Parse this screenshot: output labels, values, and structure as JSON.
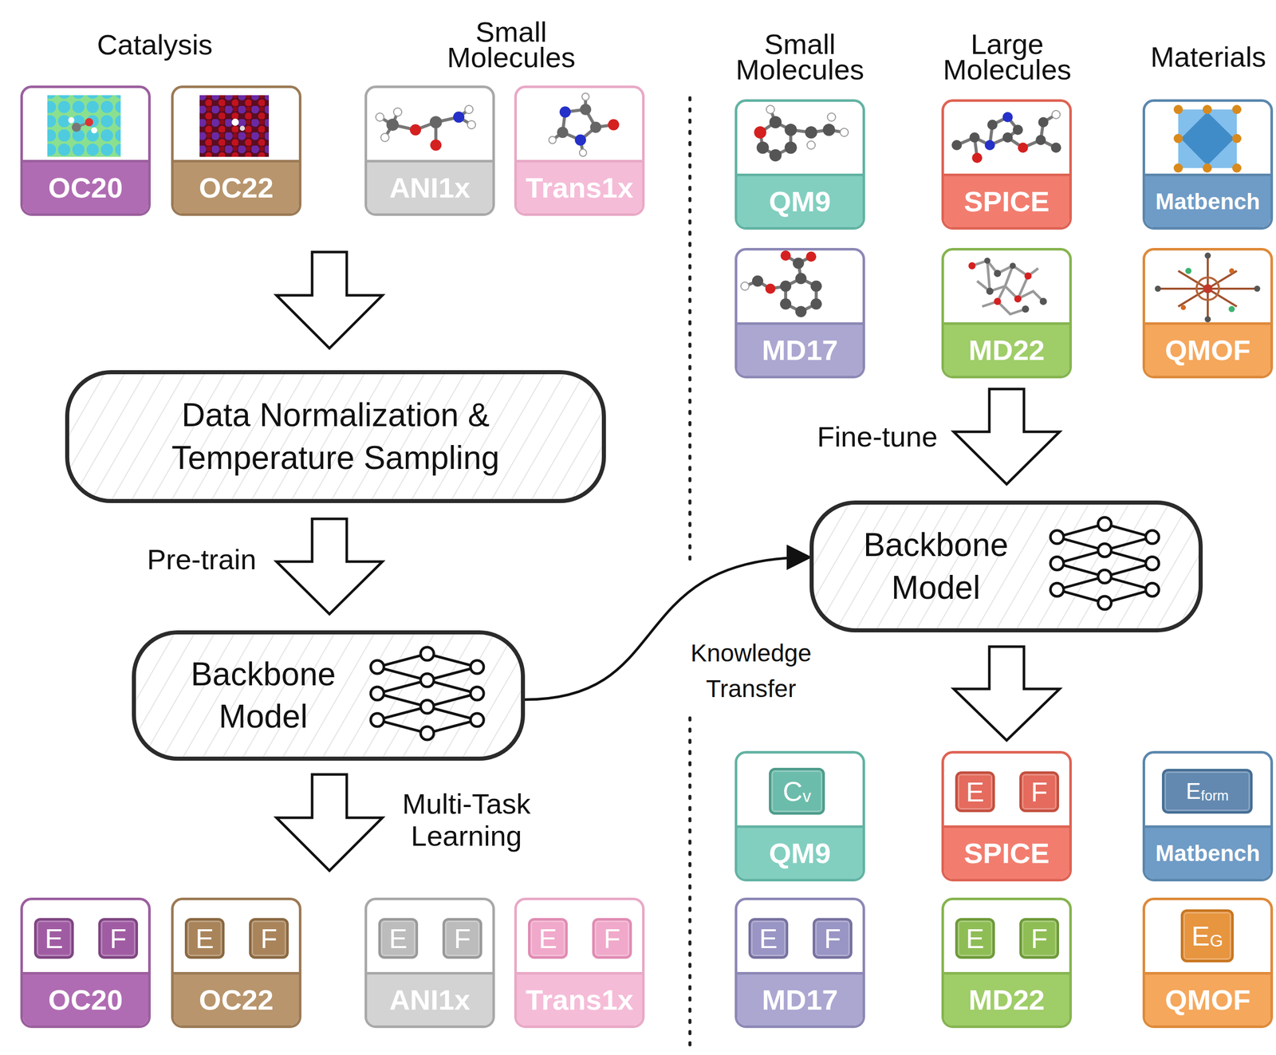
{
  "diagram": {
    "nodes": [
      {
        "text": [
          "OC20"
        ]
      },
      {
        "text": [
          "OC22"
        ]
      },
      {
        "text": [
          "ANI1x"
        ]
      },
      {
        "text": [
          "Trans1x"
        ]
      },
      {
        "text": [
          "QM9"
        ]
      },
      {
        "text": [
          "SPICE"
        ]
      },
      {
        "text": [
          "Matbench"
        ]
      },
      {
        "text": [
          "MD17"
        ]
      },
      {
        "text": [
          "MD22"
        ]
      },
      {
        "text": [
          "QMOF"
        ]
      },
      {
        "text": [
          "Data Normalization & Temperature Sampling"
        ]
      },
      {
        "text": [
          "Backbone Model"
        ]
      },
      {
        "text": [
          "Backbone Model"
        ]
      },
      {
        "text": [
          "QM9"
        ]
      },
      {
        "text": [
          "C",
          "v"
        ],
        "in": 13
      },
      {
        "text": [
          "SPICE"
        ]
      },
      {
        "text": [
          "E"
        ],
        "in": 15
      },
      {
        "text": [
          "F"
        ],
        "in": 15
      },
      {
        "text": [
          "Matbench"
        ]
      },
      {
        "text": [
          "E",
          "form"
        ],
        "in": 18
      },
      {
        "text": [
          "MD17"
        ]
      },
      {
        "text": [
          "E"
        ],
        "in": 20
      },
      {
        "text": [
          "F"
        ],
        "in": 20
      },
      {
        "text": [
          "MD22"
        ]
      },
      {
        "text": [
          "E"
        ],
        "in": 23
      },
      {
        "text": [
          "F"
        ],
        "in": 23
      },
      {
        "text": [
          "QMOF"
        ]
      },
      {
        "text": [
          "E",
          "G"
        ],
        "in": 26
      },
      {
        "text": [
          "OC20"
        ]
      },
      {
        "text": [
          "E"
        ],
        "in": 28
      },
      {
        "text": [
          "F"
        ],
        "in": 28
      },
      {
        "text": [
          "OC22"
        ]
      },
      {
        "text": [
          "E"
        ],
        "in": 31
      },
      {
        "text": [
          "F"
        ],
        "in": 31
      },
      {
        "text": [
          "ANI1x"
        ]
      },
      {
        "text": [
          "E"
        ],
        "in": 34
      },
      {
        "text": [
          "F"
        ],
        "in": 34
      },
      {
        "text": [
          "Trans1x"
        ]
      },
      {
        "text": [
          "E"
        ],
        "in": 37
      },
      {
        "text": [
          "F"
        ],
        "in": 37
      }
    ],
    "edges": [
      {
        "from": 11,
        "to": 12,
        "arrow": "to",
        "label": "Knowledge Transfer"
      }
    ],
    "labels": [
      "Catalysis",
      "Small Molecules",
      "Small Molecules",
      "Large Molecules",
      "Materials",
      "Pre-train",
      "Multi-Task Learning",
      "Fine-tune"
    ]
  }
}
